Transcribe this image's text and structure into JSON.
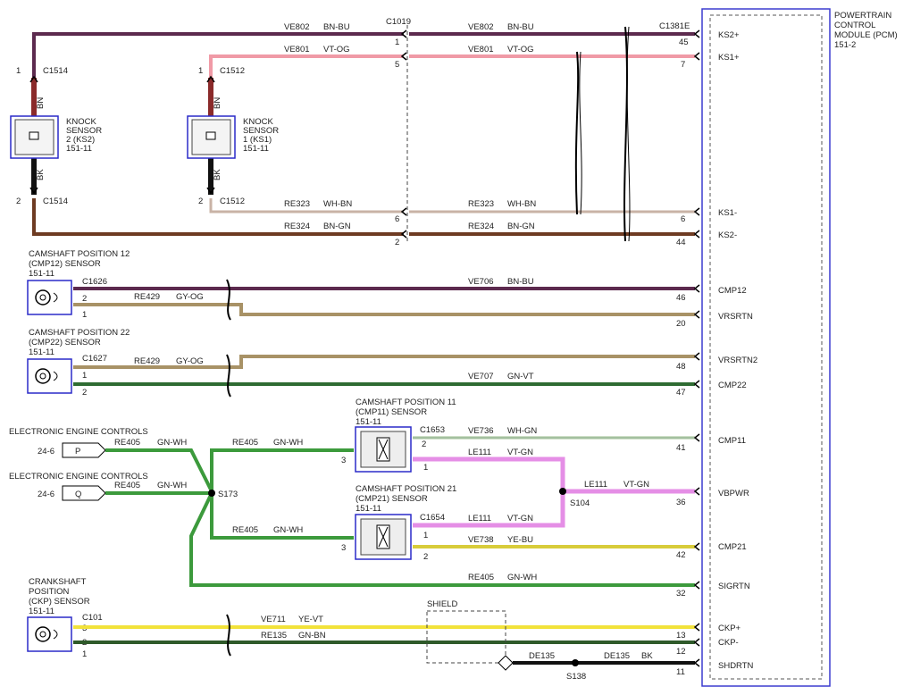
{
  "pcm": {
    "title": [
      "POWERTRAIN",
      "CONTROL",
      "MODULE (PCM)",
      "151-2"
    ],
    "pins": [
      {
        "num": "45",
        "label": "KS2+"
      },
      {
        "num": "7",
        "label": "KS1+"
      },
      {
        "num": "6",
        "label": "KS1-"
      },
      {
        "num": "44",
        "label": "KS2-"
      },
      {
        "num": "46",
        "label": "CMP12"
      },
      {
        "num": "20",
        "label": "VRSRTN"
      },
      {
        "num": "48",
        "label": "VRSRTN2"
      },
      {
        "num": "47",
        "label": "CMP22"
      },
      {
        "num": "41",
        "label": "CMP11"
      },
      {
        "num": "36",
        "label": "VBPWR"
      },
      {
        "num": "42",
        "label": "CMP21"
      },
      {
        "num": "32",
        "label": "SIGRTN"
      },
      {
        "num": "13",
        "label": "CKP+"
      },
      {
        "num": "12",
        "label": "CKP-"
      },
      {
        "num": "11",
        "label": "SHDRTN"
      }
    ]
  },
  "components": {
    "ks2": [
      "KNOCK",
      "SENSOR",
      "2 (KS2)",
      "151-11"
    ],
    "ks1": [
      "KNOCK",
      "SENSOR",
      "1 (KS1)",
      "151-11"
    ],
    "cmp12": [
      "CAMSHAFT POSITION 12",
      "(CMP12) SENSOR",
      "151-11"
    ],
    "cmp22": [
      "CAMSHAFT POSITION 22",
      "(CMP22) SENSOR",
      "151-11"
    ],
    "cmp11": [
      "CAMSHAFT POSITION 11",
      "(CMP11) SENSOR",
      "151-11"
    ],
    "cmp21": [
      "CAMSHAFT POSITION 21",
      "(CMP21) SENSOR",
      "151-11"
    ],
    "ckp": [
      "CRANKSHAFT",
      "POSITION",
      "(CKP) SENSOR",
      "151-11"
    ],
    "eec1": "ELECTRONIC ENGINE CONTROLS",
    "eec2": "ELECTRONIC ENGINE CONTROLS",
    "eec1_ref": "24-6",
    "eec2_ref": "24-6",
    "eec1_pin": "P",
    "eec2_pin": "Q",
    "shield": "SHIELD"
  },
  "connectors": {
    "c1019": "C1019",
    "c1381e": "C1381E",
    "c1514": "C1514",
    "c1512": "C1512",
    "c1626": "C1626",
    "c1627": "C1627",
    "c1653": "C1653",
    "c1654": "C1654",
    "c101": "C101",
    "s173": "S173",
    "s104": "S104",
    "s138": "S138"
  },
  "wires": {
    "ve802": {
      "circuit": "VE802",
      "color": "BN-BU",
      "hex": "#5c2a4e"
    },
    "ve801": {
      "circuit": "VE801",
      "color": "VT-OG",
      "hex": "#f09aa6"
    },
    "re323": {
      "circuit": "RE323",
      "color": "WH-BN",
      "hex": "#c9b3a6"
    },
    "re324": {
      "circuit": "RE324",
      "color": "BN-GN",
      "hex": "#6e3b22"
    },
    "ve706": {
      "circuit": "VE706",
      "color": "BN-BU",
      "hex": "#5c2a4e"
    },
    "re429": {
      "circuit": "RE429",
      "color": "GY-OG",
      "hex": "#a89266"
    },
    "ve707": {
      "circuit": "VE707",
      "color": "GN-VT",
      "hex": "#2e6b32"
    },
    "ve736": {
      "circuit": "VE736",
      "color": "WH-GN",
      "hex": "#cfe0c8"
    },
    "le111": {
      "circuit": "LE111",
      "color": "VT-GN",
      "hex": "#e58ee6"
    },
    "ve738": {
      "circuit": "VE738",
      "color": "YE-BU",
      "hex": "#d8cc3a"
    },
    "re405": {
      "circuit": "RE405",
      "color": "GN-WH",
      "hex": "#3c9a3c"
    },
    "ve711": {
      "circuit": "VE711",
      "color": "YE-VT",
      "hex": "#f2e23a"
    },
    "re135": {
      "circuit": "RE135",
      "color": "GN-BN",
      "hex": "#2f5a2a"
    },
    "de135": {
      "circuit": "DE135",
      "color": "BK",
      "hex": "#111111"
    },
    "bn": {
      "color": "BN",
      "hex": "#8a2a2a"
    },
    "bk": {
      "color": "BK",
      "hex": "#111111"
    }
  },
  "pin_numbers": {
    "c1019_1": "1",
    "c1019_5": "5",
    "c1019_6": "6",
    "c1019_2": "2",
    "ks_top": "1",
    "ks_bot": "2",
    "cmp12_2": "2",
    "cmp12_1": "1",
    "cmp22_1": "1",
    "cmp22_2": "2",
    "cmp11_3": "3",
    "cmp11_2": "2",
    "cmp11_1": "1",
    "cmp21_3": "3",
    "cmp21_1": "1",
    "cmp21_2": "2",
    "ckp_3": "3",
    "ckp_2": "2",
    "ckp_1": "1"
  },
  "colors": {
    "pcm_border": "#3b3bcf",
    "sensor_border": "#2a2ac8"
  }
}
